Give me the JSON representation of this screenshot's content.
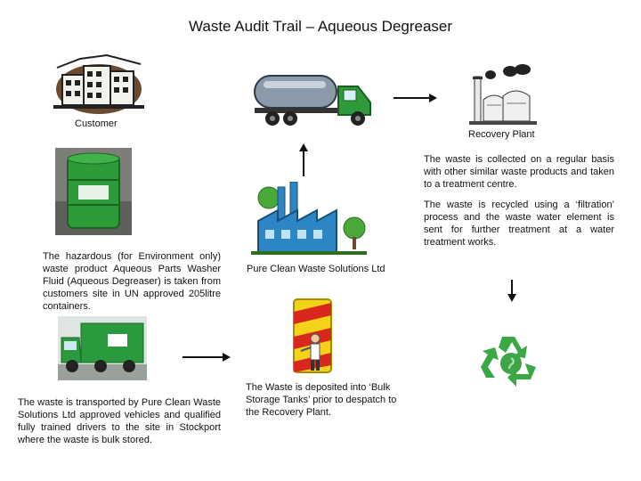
{
  "title": "Waste Audit Trail – Aqueous Degreaser",
  "labels": {
    "customer": "Customer",
    "recovery_plant": "Recovery Plant",
    "company": "Pure Clean Waste Solutions Ltd"
  },
  "captions": {
    "hazardous": "The hazardous (for Environment only) waste product Aqueous Parts Washer Fluid (Aqueous Degreaser) is taken from customers site in UN approved 205litre containers.",
    "transported": "The waste is transported by Pure Clean Waste Solutions Ltd approved vehicles and qualified fully trained drivers to the site in Stockport where the waste is bulk stored.",
    "deposited": "The Waste is deposited into ‘Bulk Storage Tanks’ prior to despatch to the Recovery Plant.",
    "collected": "The waste is collected on a regular basis with other similar waste products and taken to a treatment centre.",
    "recycled": "The waste is recycled using a ‘filtration’ process and the waste water element is sent for further treatment at a water treatment works."
  },
  "icons": {
    "customer": "building-icon",
    "tanker": "tanker-truck-icon",
    "plant": "recovery-plant-icon",
    "drum": "waste-drum-icon",
    "factory": "factory-icon",
    "lorry": "lorry-icon",
    "storage": "storage-tank-icon",
    "recycle": "recycle-icon"
  },
  "colors": {
    "drum_green": "#2e9a3a",
    "tanker_body": "#8a9aa8",
    "truck_cab": "#2f9a3a",
    "factory_blue": "#2d86c4",
    "tree_green": "#4ba83a",
    "tank_yellow": "#f3d21a",
    "tank_red": "#d8281e"
  }
}
